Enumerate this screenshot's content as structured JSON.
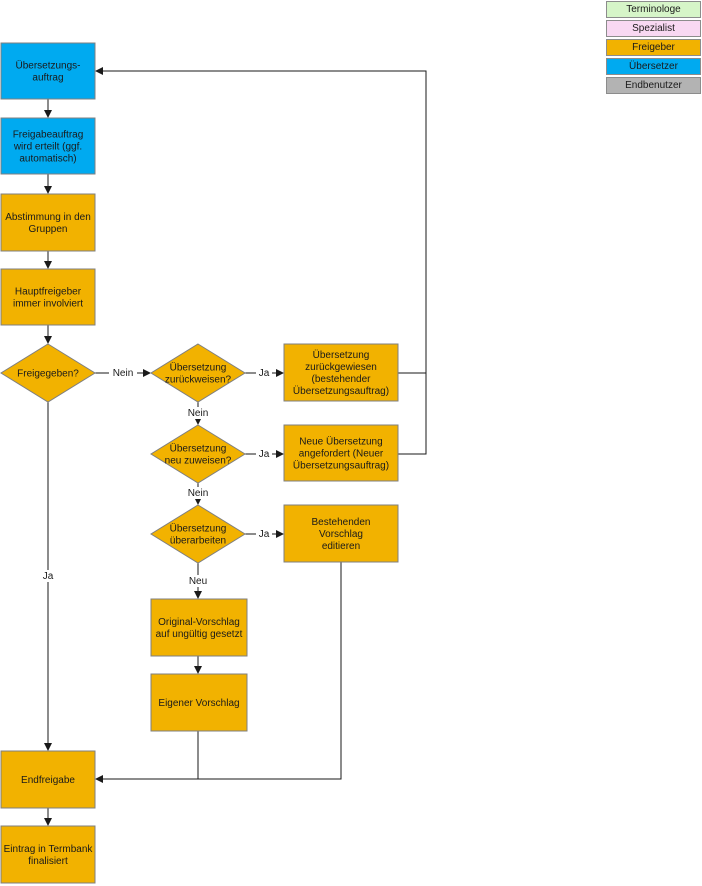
{
  "legend": [
    {
      "label": "Terminologe",
      "color": "#d6f5c8"
    },
    {
      "label": "Spezialist",
      "color": "#f8d8f2"
    },
    {
      "label": "Freigeber",
      "color": "#f2b200"
    },
    {
      "label": "Übersetzer",
      "color": "#00aaf0"
    },
    {
      "label": "Endbenutzer",
      "color": "#b3b3b3"
    }
  ],
  "colors": {
    "freigeber": "#f2b200",
    "uebersetzer": "#00aaf0",
    "border": "#7f7f7f",
    "line": "#1a1a1a"
  },
  "nodes": {
    "uebersetzungsauftrag": {
      "lines": [
        "Übersetzungs-",
        "auftrag"
      ]
    },
    "freigabeauftrag": {
      "lines": [
        "Freigabeauftrag",
        "wird erteilt (ggf.",
        "automatisch)"
      ]
    },
    "abstimmung": {
      "lines": [
        "Abstimmung in den",
        "Gruppen"
      ]
    },
    "hauptfreigeber": {
      "lines": [
        "Hauptfreigeber",
        "immer involviert"
      ]
    },
    "freigegeben": {
      "lines": [
        "Freigegeben?"
      ]
    },
    "zurueckweisen": {
      "lines": [
        "Übersetzung",
        "zurückweisen?"
      ]
    },
    "zurueckgewiesen": {
      "lines": [
        "Übersetzung",
        "zurückgewiesen",
        "(bestehender",
        "Übersetzungsauftrag)"
      ]
    },
    "neu_zuweisen": {
      "lines": [
        "Übersetzung",
        "neu zuweisen?"
      ]
    },
    "neue_uebersetzung": {
      "lines": [
        "Neue Übersetzung",
        "angefordert (Neuer",
        "Übersetzungsauftrag)"
      ]
    },
    "ueberarbeiten": {
      "lines": [
        "Übersetzung",
        "überarbeiten"
      ]
    },
    "bestehenden_vorschlag": {
      "lines": [
        "Bestehenden",
        "Vorschlag",
        "editieren"
      ]
    },
    "original_vorschlag": {
      "lines": [
        "Original-Vorschlag",
        "auf ungültig gesetzt"
      ]
    },
    "eigener_vorschlag": {
      "lines": [
        "Eigener Vorschlag"
      ]
    },
    "endfreigabe": {
      "lines": [
        "Endfreigabe"
      ]
    },
    "eintrag": {
      "lines": [
        "Eintrag in Termbank",
        "finalisiert"
      ]
    }
  },
  "edge_labels": {
    "nein_1": "Nein",
    "ja_1": "Ja",
    "nein_2": "Nein",
    "ja_2": "Ja",
    "nein_3": "Nein",
    "ja_3": "Ja",
    "neu": "Neu",
    "ja_final": "Ja"
  }
}
